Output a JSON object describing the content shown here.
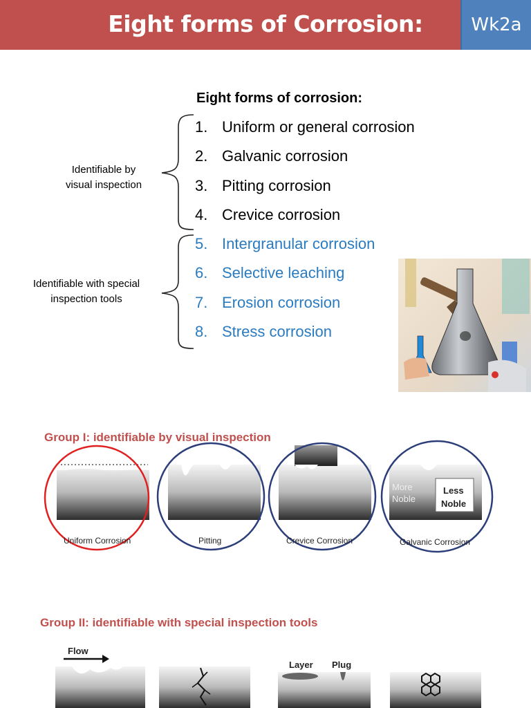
{
  "header": {
    "title": "Eight forms of Corrosion:",
    "tag": "Wk2a"
  },
  "list": {
    "heading": "Eight forms of corrosion:",
    "items": [
      {
        "num": "1.",
        "text": "Uniform or general corrosion"
      },
      {
        "num": "2.",
        "text": "Galvanic corrosion"
      },
      {
        "num": "3.",
        "text": "Pitting corrosion"
      },
      {
        "num": "4.",
        "text": "Crevice corrosion"
      },
      {
        "num": "5.",
        "text": "Intergranular corrosion"
      },
      {
        "num": "6.",
        "text": "Selective leaching"
      },
      {
        "num": "7.",
        "text": "Erosion corrosion"
      },
      {
        "num": "8.",
        "text": "Stress corrosion"
      }
    ]
  },
  "labels": {
    "visual_line1": "Identifiable by",
    "visual_line2": "visual inspection",
    "special_line1": "Identifiable with special",
    "special_line2": "inspection tools"
  },
  "diagram": {
    "group1_title": "Group I: identifiable by visual inspection",
    "group2_title": "Group II: identifiable with special inspection tools",
    "captions": [
      "Uniform Corrosion",
      "Pitting",
      "Crevice Corrosion",
      "Galvanic Corrosion"
    ],
    "more_noble": [
      "More",
      "Noble"
    ],
    "less_noble": [
      "Less",
      "Noble"
    ],
    "flow": "Flow",
    "layer": "Layer",
    "plug": "Plug"
  },
  "colors": {
    "header": "#c0504d",
    "tag": "#4f81bd",
    "blue_text": "#2a7bc0",
    "highlight_ring": "#e02020",
    "ring": "#2c3e7a"
  },
  "photo": {
    "icon": "lab-glassware-photo"
  }
}
